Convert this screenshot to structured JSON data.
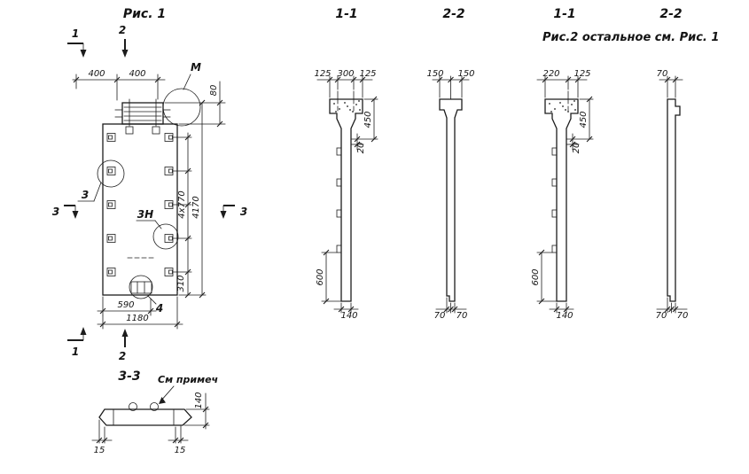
{
  "titles": {
    "fig1": "Рис. 1",
    "s11a": "1-1",
    "s22a": "2-2",
    "s11b": "1-1",
    "s22b": "2-2",
    "fig2_note": "Рис.2   остальное см. Рис. 1",
    "s33": "3-3",
    "see_note": "См примеч"
  },
  "plan": {
    "cut1": "1",
    "cut2": "2",
    "cut3": "3",
    "cut1b": "1",
    "cut2b": "2",
    "cut3r": "3",
    "m": "М",
    "p3": "3",
    "p3n": "3Н",
    "p4": "4",
    "d400a": "400",
    "d400b": "400",
    "d80": "80",
    "d4x770": "4x770",
    "d4170": "4170",
    "d310": "310",
    "d590": "590",
    "d1180": "1180"
  },
  "s11a": {
    "d125l": "125",
    "d300": "300",
    "d125r": "125",
    "d450": "450",
    "d20": "20",
    "d600": "600",
    "d140": "140"
  },
  "s22a": {
    "d150l": "150",
    "d150r": "150",
    "d70l": "70",
    "d70r": "70"
  },
  "s11b": {
    "d220": "220",
    "d125": "125",
    "d450": "450",
    "d20": "20",
    "d600": "600",
    "d140": "140"
  },
  "s22b": {
    "d70t": "70",
    "d70l": "70",
    "d70r": "70"
  },
  "s33": {
    "d140": "140",
    "d15l": "15",
    "d15r": "15"
  }
}
